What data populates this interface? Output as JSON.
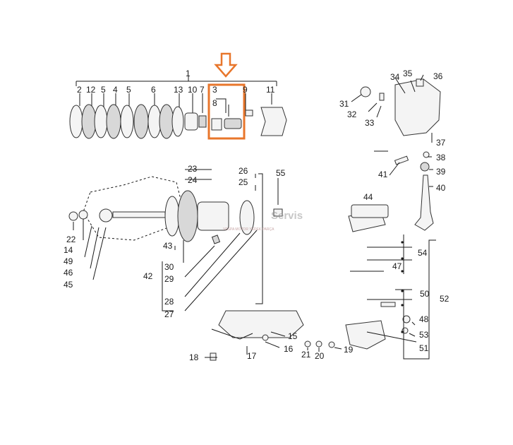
{
  "watermark": {
    "brand": "Servis",
    "tagline": "VESPA MOTOR YEDEK PARÇA"
  },
  "highlight_color": "#e8762b",
  "labels": {
    "l1": "1",
    "l2": "2",
    "l3": "3",
    "l4": "4",
    "l5a": "5",
    "l5b": "5",
    "l6": "6",
    "l7": "7",
    "l8": "8",
    "l9": "9",
    "l10": "10",
    "l11": "11",
    "l12": "12",
    "l13": "13",
    "l14": "14",
    "l15": "15",
    "l16": "16",
    "l17": "17",
    "l18": "18",
    "l19": "19",
    "l20": "20",
    "l21": "21",
    "l22": "22",
    "l23": "23",
    "l24": "24",
    "l25": "25",
    "l26": "26",
    "l27": "27",
    "l28": "28",
    "l29": "29",
    "l30": "30",
    "l31": "31",
    "l32": "32",
    "l33": "33",
    "l34": "34",
    "l35": "35",
    "l36": "36",
    "l37": "37",
    "l38": "38",
    "l39": "39",
    "l40": "40",
    "l41": "41",
    "l42": "42",
    "l43": "43",
    "l44": "44",
    "l45": "45",
    "l46": "46",
    "l47": "47",
    "l48": "48",
    "l49": "49",
    "l50": "50",
    "l51": "51",
    "l52": "52",
    "l53": "53",
    "l54": "54",
    "l55": "55"
  }
}
